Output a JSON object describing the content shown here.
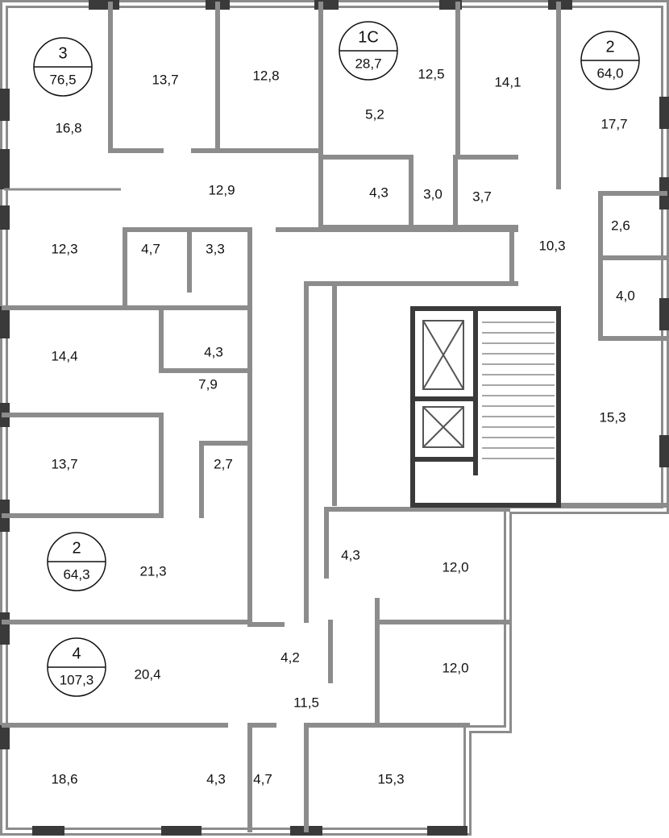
{
  "plan": {
    "apartments": [
      {
        "rooms": "3",
        "area": "76,5"
      },
      {
        "rooms": "1С",
        "area": "28,7"
      },
      {
        "rooms": "2",
        "area": "64,0"
      },
      {
        "rooms": "2",
        "area": "64,3"
      },
      {
        "rooms": "4",
        "area": "107,3"
      }
    ],
    "rooms": [
      "16,8",
      "13,7",
      "12,8",
      "12,5",
      "14,1",
      "17,7",
      "5,2",
      "12,9",
      "4,3",
      "3,0",
      "3,7",
      "12,3",
      "4,7",
      "3,3",
      "10,3",
      "2,6",
      "4,0",
      "14,4",
      "4,3",
      "7,9",
      "15,3",
      "13,7",
      "2,7",
      "4,3",
      "12,0",
      "21,3",
      "4,2",
      "20,4",
      "12,0",
      "11,5",
      "18,6",
      "4,3",
      "4,7",
      "15,3"
    ]
  },
  "colors": {
    "wall": "#8c8c8c",
    "core": "#3a3a3a"
  }
}
